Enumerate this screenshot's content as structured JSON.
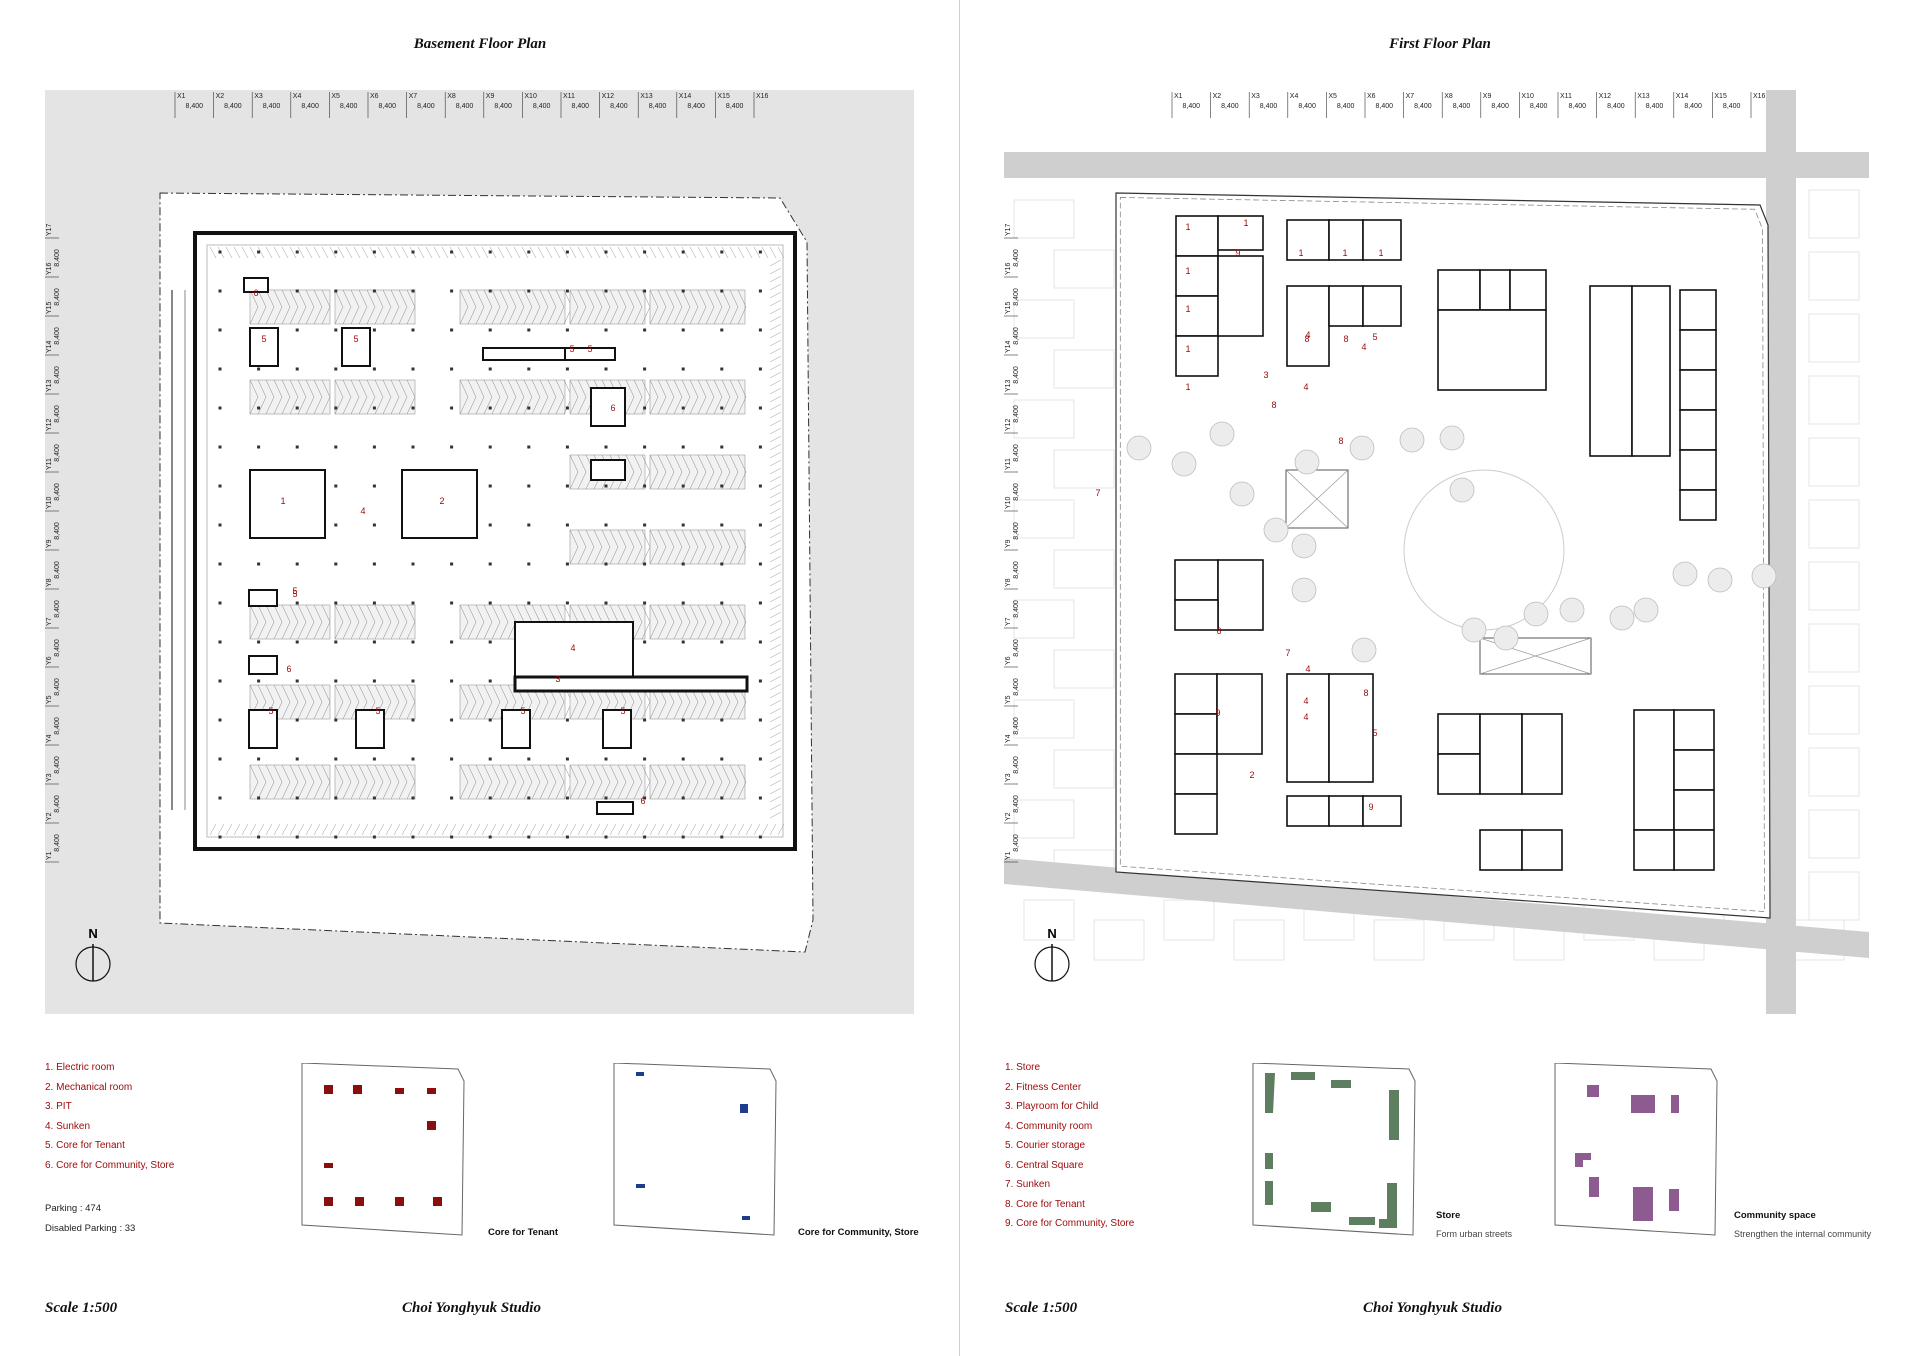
{
  "left": {
    "title": "Basement Floor Plan",
    "legend": [
      "1. Electric room",
      "2. Mechanical room",
      "3. PIT",
      "4. Sunken",
      "5. Core for Tenant",
      "6. Core for Community, Store"
    ],
    "parking": "Parking : 474",
    "disabled_parking": "Disabled Parking : 33",
    "diagram1_label": "Core for Tenant",
    "diagram2_label": "Core for Community, Store",
    "scale": "Scale 1:500",
    "studio": "Choi Yonghyuk Studio",
    "room_labels": [
      "1",
      "2",
      "3",
      "4",
      "4",
      "5",
      "5",
      "5",
      "5",
      "5",
      "5",
      "5",
      "5",
      "5",
      "5",
      "6",
      "6",
      "6",
      "6"
    ]
  },
  "right": {
    "title": "First Floor Plan",
    "legend": [
      "1. Store",
      "2. Fitness Center",
      "3. Playroom for Child",
      "4. Community room",
      "5. Courier storage",
      "6. Central Square",
      "7. Sunken",
      "8. Core for Tenant",
      "9. Core for Community, Store"
    ],
    "diagram1_label": "Store",
    "diagram1_sub": "Form urban streets",
    "diagram2_label": "Community space",
    "diagram2_sub": "Strengthen the internal community",
    "scale": "Scale 1:500",
    "studio": "Choi Yonghyuk Studio",
    "room_labels": [
      "1",
      "1",
      "1",
      "1",
      "1",
      "1",
      "1",
      "1",
      "1",
      "2",
      "3",
      "4",
      "4",
      "4",
      "4",
      "4",
      "4",
      "5",
      "5",
      "6",
      "7",
      "7",
      "8",
      "8",
      "8",
      "8",
      "8",
      "9",
      "9",
      "9"
    ]
  },
  "grid": {
    "x_labels": [
      "X1",
      "X2",
      "X3",
      "X4",
      "X5",
      "X6",
      "X7",
      "X8",
      "X9",
      "X10",
      "X11",
      "X12",
      "X13",
      "X14",
      "X15",
      "X16"
    ],
    "y_labels": [
      "Y17",
      "Y16",
      "Y15",
      "Y14",
      "Y13",
      "Y12",
      "Y11",
      "Y10",
      "Y9",
      "Y8",
      "Y7",
      "Y6",
      "Y5",
      "Y4",
      "Y3",
      "Y2",
      "Y1"
    ],
    "spacing": "8,400"
  },
  "colors": {
    "legend": "#9a0a0a",
    "tenant_core": "#8b0e0e",
    "community_core": "#1c3c8c",
    "store": "#5d7f5f",
    "community": "#8d5b8f",
    "road": "#cfcfcf",
    "basement_bg": "#e4e4e4"
  },
  "north": "N",
  "icons": [
    "north-arrow-icon"
  ]
}
